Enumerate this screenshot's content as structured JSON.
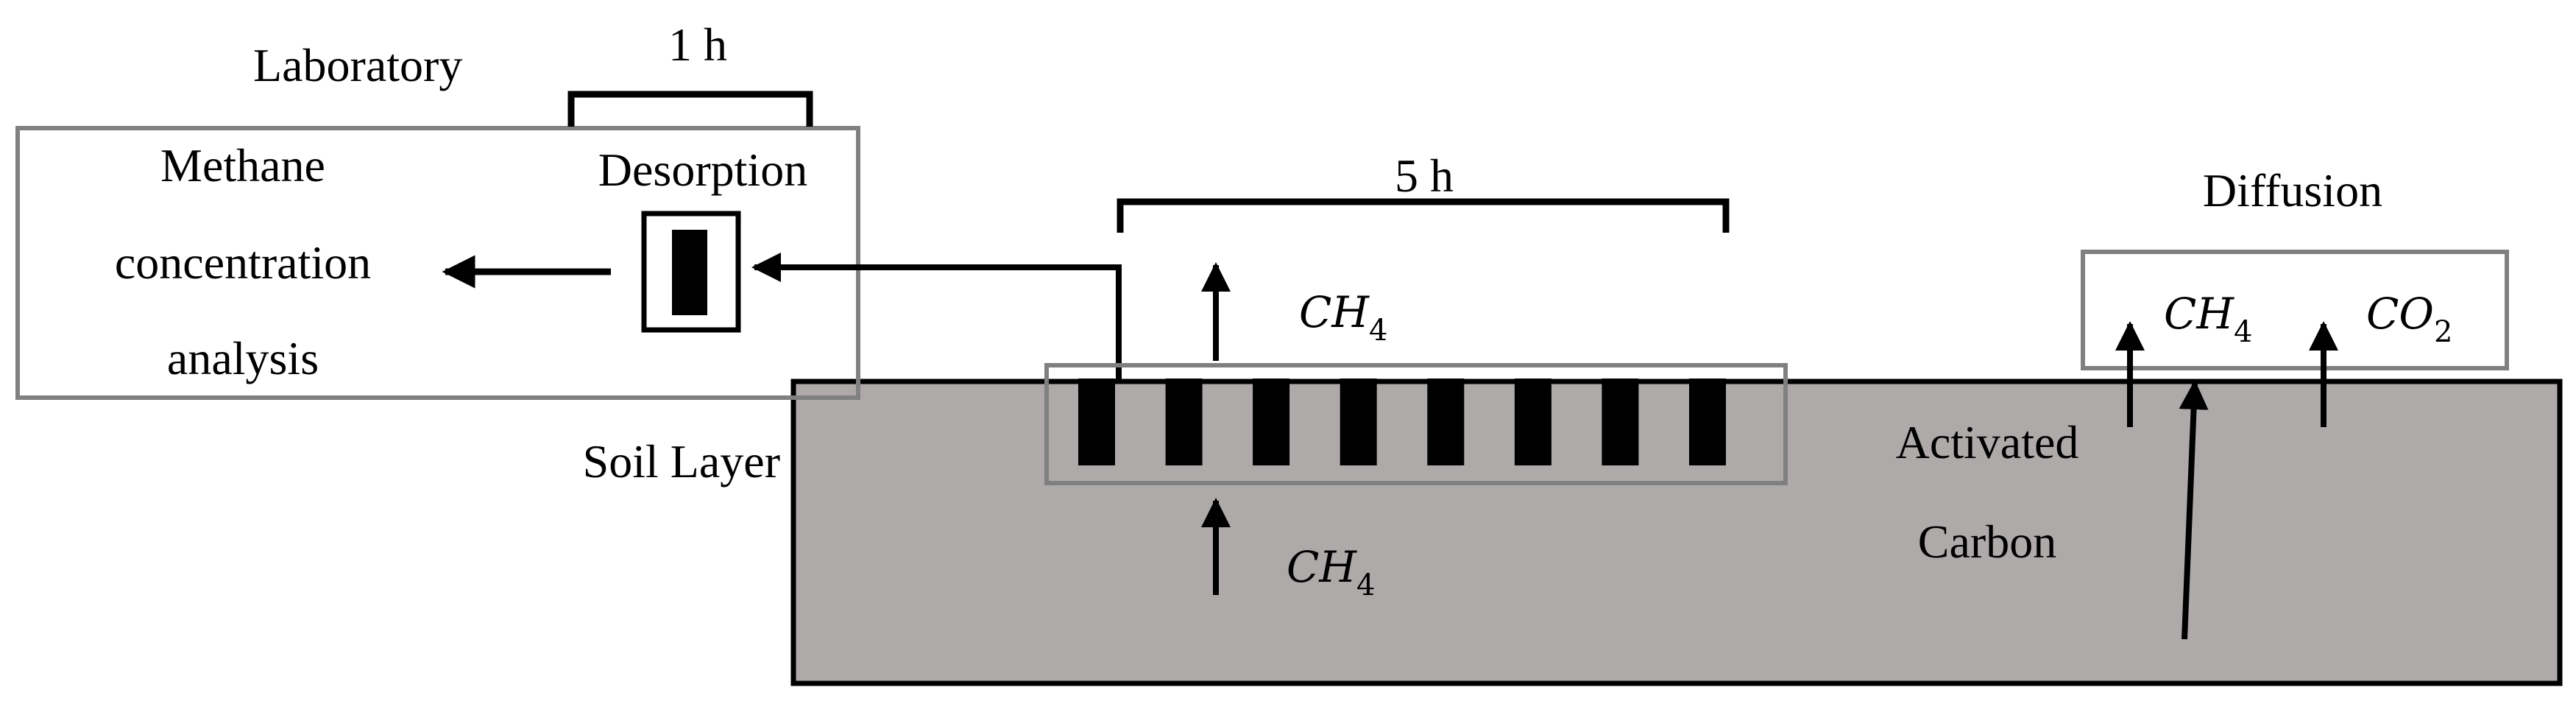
{
  "colors": {
    "soil_fill": "#aeaaaa",
    "box_stroke": "#808080",
    "ink": "#000000"
  },
  "labels": {
    "laboratory": "Laboratory",
    "lab_time": "1 h",
    "methane_line1": "Methane",
    "methane_line2": "concentration",
    "methane_line3": "analysis",
    "desorption": "Desorption",
    "field_time": "5 h",
    "diffusion": "Diffusion",
    "soil_layer": "Soil Layer",
    "activated_line1": "Activated",
    "activated_line2": "Carbon"
  },
  "gases": {
    "ch4_main": "CH",
    "ch4_sub": "4",
    "co2_main": "CO",
    "co2_sub": "2"
  },
  "sampler_count": 8
}
